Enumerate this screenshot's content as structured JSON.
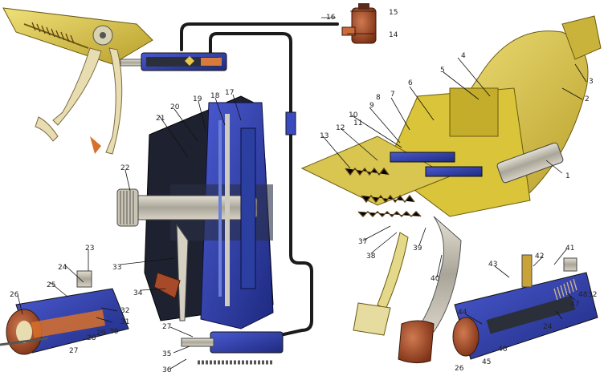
{
  "colors": {
    "housing_blue": "#2f3fa8",
    "housing_dark": "#20242e",
    "booster_yellow": "#d9c43a",
    "pedal_cream": "#e8ddb0",
    "metal_grey": "#b9b5aa",
    "rubber_red": "#a64a2a",
    "line": "#1b1b1b"
  },
  "labels": [
    {
      "id": "1",
      "text": "1"
    },
    {
      "id": "2",
      "text": "2"
    },
    {
      "id": "3",
      "text": "3"
    },
    {
      "id": "4",
      "text": "4"
    },
    {
      "id": "5",
      "text": "5"
    },
    {
      "id": "6",
      "text": "6"
    },
    {
      "id": "7",
      "text": "7"
    },
    {
      "id": "8",
      "text": "8"
    },
    {
      "id": "9",
      "text": "9"
    },
    {
      "id": "10",
      "text": "10"
    },
    {
      "id": "11",
      "text": "11"
    },
    {
      "id": "12",
      "text": "12"
    },
    {
      "id": "13",
      "text": "13"
    },
    {
      "id": "14",
      "text": "14"
    },
    {
      "id": "15",
      "text": "15"
    },
    {
      "id": "16",
      "text": "16"
    },
    {
      "id": "17",
      "text": "17"
    },
    {
      "id": "18",
      "text": "18"
    },
    {
      "id": "19",
      "text": "19"
    },
    {
      "id": "20",
      "text": "20"
    },
    {
      "id": "21",
      "text": "21"
    },
    {
      "id": "22",
      "text": "22"
    },
    {
      "id": "23",
      "text": "23"
    },
    {
      "id": "24a",
      "text": "24"
    },
    {
      "id": "25",
      "text": "25"
    },
    {
      "id": "26a",
      "text": "26"
    },
    {
      "id": "27a",
      "text": "27"
    },
    {
      "id": "28",
      "text": "28"
    },
    {
      "id": "29",
      "text": "29"
    },
    {
      "id": "30",
      "text": "30"
    },
    {
      "id": "31",
      "text": "31"
    },
    {
      "id": "32a",
      "text": "32"
    },
    {
      "id": "33",
      "text": "33"
    },
    {
      "id": "34",
      "text": "34"
    },
    {
      "id": "35",
      "text": "35"
    },
    {
      "id": "36",
      "text": "36"
    },
    {
      "id": "27b",
      "text": "27"
    },
    {
      "id": "37",
      "text": "37"
    },
    {
      "id": "38",
      "text": "38"
    },
    {
      "id": "39",
      "text": "39"
    },
    {
      "id": "40",
      "text": "40"
    },
    {
      "id": "41",
      "text": "41"
    },
    {
      "id": "42",
      "text": "42"
    },
    {
      "id": "43",
      "text": "43"
    },
    {
      "id": "44",
      "text": "44"
    },
    {
      "id": "32b",
      "text": "32"
    },
    {
      "id": "47",
      "text": "47"
    },
    {
      "id": "48",
      "text": "48"
    },
    {
      "id": "24b",
      "text": "24"
    },
    {
      "id": "46",
      "text": "46"
    },
    {
      "id": "45",
      "text": "45"
    },
    {
      "id": "26b",
      "text": "26"
    }
  ]
}
